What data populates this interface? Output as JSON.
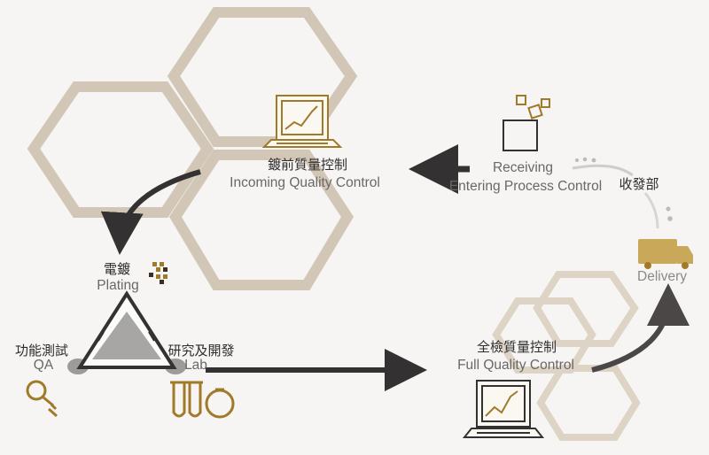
{
  "stations": {
    "incoming": {
      "zh": "鍍前質量控制",
      "en": "Incoming Quality Control",
      "icon": "computer-chart-icon"
    },
    "receiving": {
      "en_line1": "Receiving",
      "en_line2": "Entering Process Control",
      "zh": "收發部",
      "icon": "boxes-icon"
    },
    "plating": {
      "zh": "電鍍",
      "en": "Plating",
      "icon": "pixel-blocks-icon"
    },
    "qa": {
      "zh": "功能測試",
      "en": "QA",
      "icon": "magnifier-icon"
    },
    "lab": {
      "zh": "研究及開發",
      "en": "Lab",
      "icon": "lab-flasks-icon"
    },
    "final": {
      "zh": "全檢質量控制",
      "en": "Full Quality Control",
      "icon": "computer-chart-icon"
    },
    "delivery": {
      "en": "Delivery",
      "icon": "truck-icon"
    }
  },
  "colors": {
    "hexagon": "#d2c7b6",
    "arrow": "#333131",
    "gold": "#a07a28",
    "triangle_fill": "#a8a6a4",
    "delivery": "#c9a85a"
  }
}
